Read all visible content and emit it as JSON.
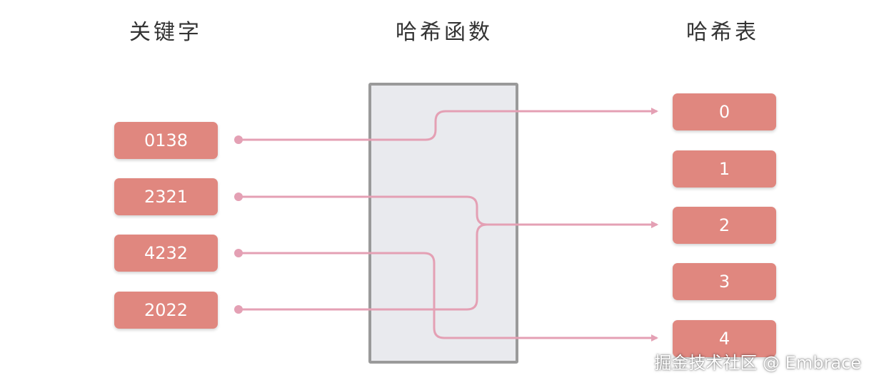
{
  "titles": {
    "keys": "关键字",
    "hash_function": "哈希函数",
    "hash_table": "哈希表"
  },
  "keys": [
    "0138",
    "2321",
    "4232",
    "2022"
  ],
  "slots": [
    "0",
    "1",
    "2",
    "3",
    "4"
  ],
  "mapping": [
    {
      "key_index": 0,
      "slot_index": 0
    },
    {
      "key_index": 1,
      "slot_index": 2
    },
    {
      "key_index": 2,
      "slot_index": 4
    },
    {
      "key_index": 3,
      "slot_index": 2
    }
  ],
  "colors": {
    "box_fill": "#e0877f",
    "connector": "#e4a0b4",
    "function_fill": "#e9eaee",
    "function_border": "#9a9a9a"
  },
  "watermark": "掘金技术社区 @ Embrace"
}
